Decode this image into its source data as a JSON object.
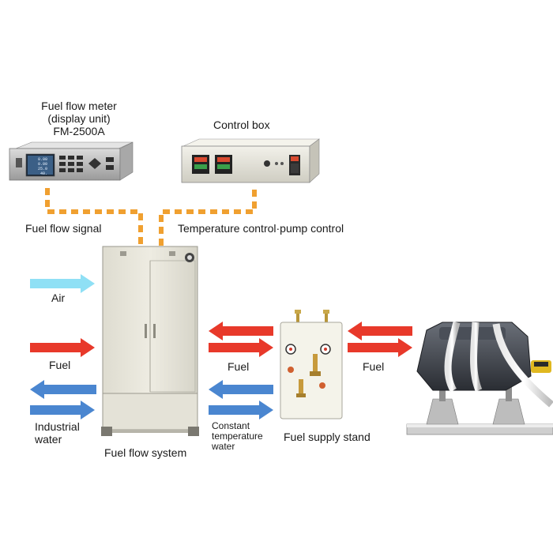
{
  "labels": {
    "meter_line1": "Fuel flow meter",
    "meter_line2": "(display unit)",
    "meter_model": "FM-2500A",
    "control_box": "Control box",
    "fuel_flow_signal": "Fuel flow signal",
    "temp_pump_control": "Temperature control·pump control",
    "air": "Air",
    "fuel_left": "Fuel",
    "industrial_line1": "Industrial",
    "industrial_line2": "water",
    "fuel_middle": "Fuel",
    "constant_line1": "Constant",
    "constant_line2": "temperature",
    "constant_line3": "water",
    "fuel_right": "Fuel",
    "fuel_flow_system": "Fuel flow system",
    "fuel_supply_stand": "Fuel supply stand"
  },
  "meter_display": [
    "0.00",
    "0.00",
    "25.0",
    "40."
  ],
  "colors": {
    "fuel_arrow": "#e8392a",
    "water_arrow": "#4a86d0",
    "air_arrow": "#8fe0f5",
    "signal_line": "#f0a030",
    "cabinet": "#e9e7dc"
  }
}
